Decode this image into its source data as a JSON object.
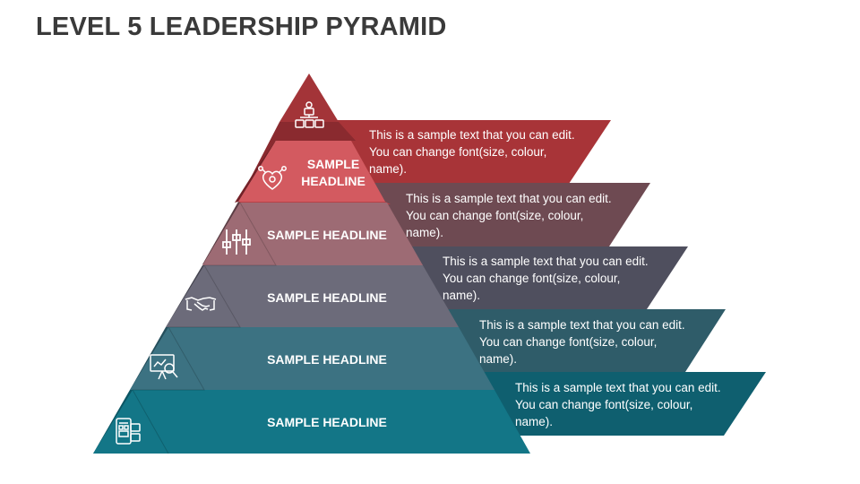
{
  "title": "LEVEL 5 LEADERSHIP PYRAMID",
  "levels": [
    {
      "headline": "SAMPLE\nHEADLINE",
      "text": "This is a sample text that you can edit. You can change font(size, colour, name).",
      "icon": "organization-icon",
      "color": "#a33439"
    },
    {
      "headline": "SAMPLE HEADLINE",
      "text": "This is a sample text that you can edit. You can change font(size, colour, name).",
      "icon": "heart-network-icon",
      "color": "#6b4a52"
    },
    {
      "headline": "SAMPLE HEADLINE",
      "text": "This is a sample text that you can edit. You can change font(size, colour, name).",
      "icon": "sliders-icon",
      "color": "#4f4f5c"
    },
    {
      "headline": "SAMPLE HEADLINE",
      "text": "This is a sample text that you can edit. You can change font(size, colour, name).",
      "icon": "handshake-icon",
      "color": "#2e5c6a"
    },
    {
      "headline": "SAMPLE HEADLINE",
      "text": "This is a sample text that you can edit. You can change font(size, colour, name).",
      "icon": "presentation-analysis-icon",
      "color": "#0f5f70"
    }
  ]
}
